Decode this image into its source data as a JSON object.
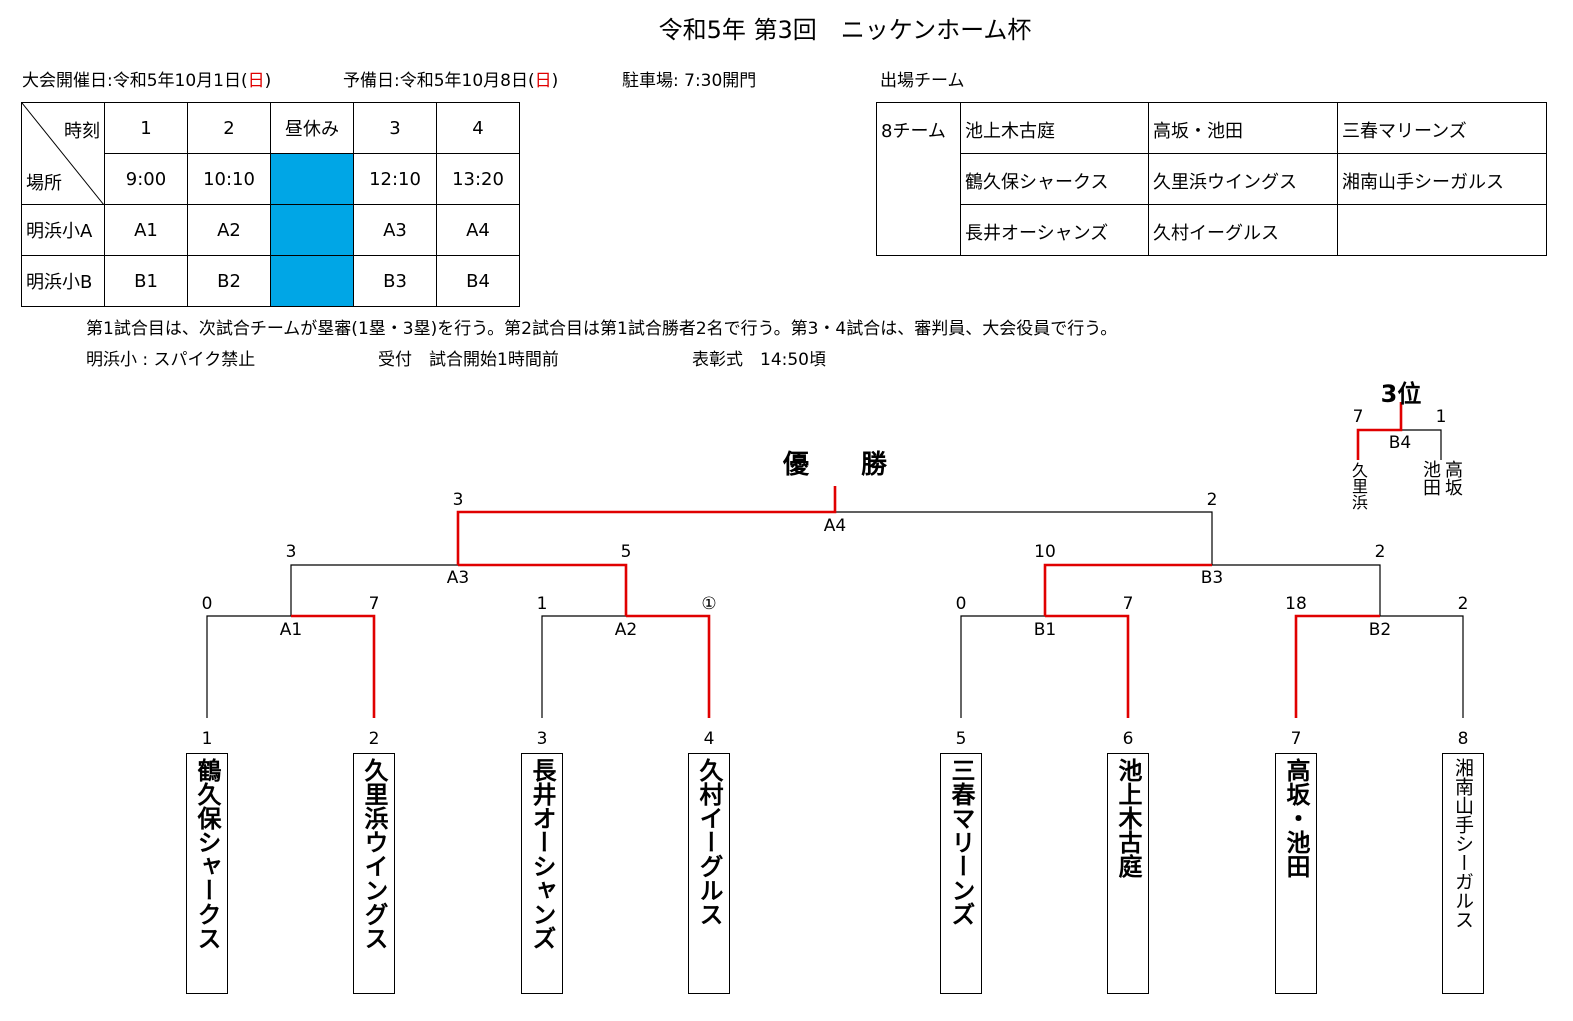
{
  "title": "令和5年 第3回　ニッケンホーム杯",
  "info": {
    "date_pre": "大会開催日:令和5年10月1日(",
    "date_day": "日",
    "date_post": ")",
    "reserve_pre": "予備日:令和5年10月8日(",
    "reserve_day": "日",
    "reserve_post": ")",
    "parking": "駐車場: 7:30開門",
    "teams_heading": "出場チーム"
  },
  "schedule": {
    "corner_top": "時刻",
    "corner_bottom": "場所",
    "cols": [
      "1",
      "2",
      "昼休み",
      "3",
      "4"
    ],
    "times": [
      "9:00",
      "10:10",
      "",
      "12:10",
      "13:20"
    ],
    "rows": [
      {
        "place": "明浜小A",
        "cells": [
          "A1",
          "A2",
          "",
          "A3",
          "A4"
        ]
      },
      {
        "place": "明浜小B",
        "cells": [
          "B1",
          "B2",
          "",
          "B3",
          "B4"
        ]
      }
    ]
  },
  "teams_table": {
    "count": "8チーム",
    "columns": [
      [
        "池上木古庭",
        "鶴久保シャークス",
        "長井オーシャンズ"
      ],
      [
        "高坂・池田",
        "久里浜ウイングス",
        "久村イーグルス"
      ],
      [
        "三春マリーンズ",
        "湘南山手シーガルス",
        ""
      ]
    ]
  },
  "notes": {
    "line1": "第1試合目は、次試合チームが塁審(1塁・3塁)を行う。第2試合目は第1試合勝者2名で行う。第3・4試合は、審判員、大会役員で行う。",
    "spike": "明浜小 : スパイク禁止",
    "reception": "受付　試合開始1時間前",
    "ceremony": "表彰式　14:50頃"
  },
  "bracket": {
    "champion_label": "優　　勝",
    "third_label": "3位",
    "colors": {
      "win": "#e00000",
      "line": "#000000"
    },
    "teams": [
      {
        "num": "1",
        "name": "鶴久保シャークス"
      },
      {
        "num": "2",
        "name": "久里浜ウイングス"
      },
      {
        "num": "3",
        "name": "長井オーシャンズ"
      },
      {
        "num": "4",
        "name": "久村イーグルス"
      },
      {
        "num": "5",
        "name": "三春マリーンズ"
      },
      {
        "num": "6",
        "name": "池上木古庭"
      },
      {
        "num": "7",
        "name": "高坂・池田"
      },
      {
        "num": "8",
        "name": "湘南山手シーガルス"
      }
    ],
    "matches": {
      "A1": {
        "label": "A1",
        "left": "0",
        "right": "7"
      },
      "A2": {
        "label": "A2",
        "left": "1",
        "right": "①"
      },
      "B1": {
        "label": "B1",
        "left": "0",
        "right": "7"
      },
      "B2": {
        "label": "B2",
        "left": "18",
        "right": "2"
      },
      "A3": {
        "label": "A3",
        "left": "3",
        "right": "5"
      },
      "B3": {
        "label": "B3",
        "left": "10",
        "right": "2"
      },
      "A4": {
        "label": "A4",
        "left": "3",
        "right": "2"
      },
      "B4": {
        "label": "B4",
        "left": "7",
        "right": "1",
        "left_team": "久里浜",
        "right_team_a": "池田",
        "right_team_b": "高坂"
      }
    }
  }
}
